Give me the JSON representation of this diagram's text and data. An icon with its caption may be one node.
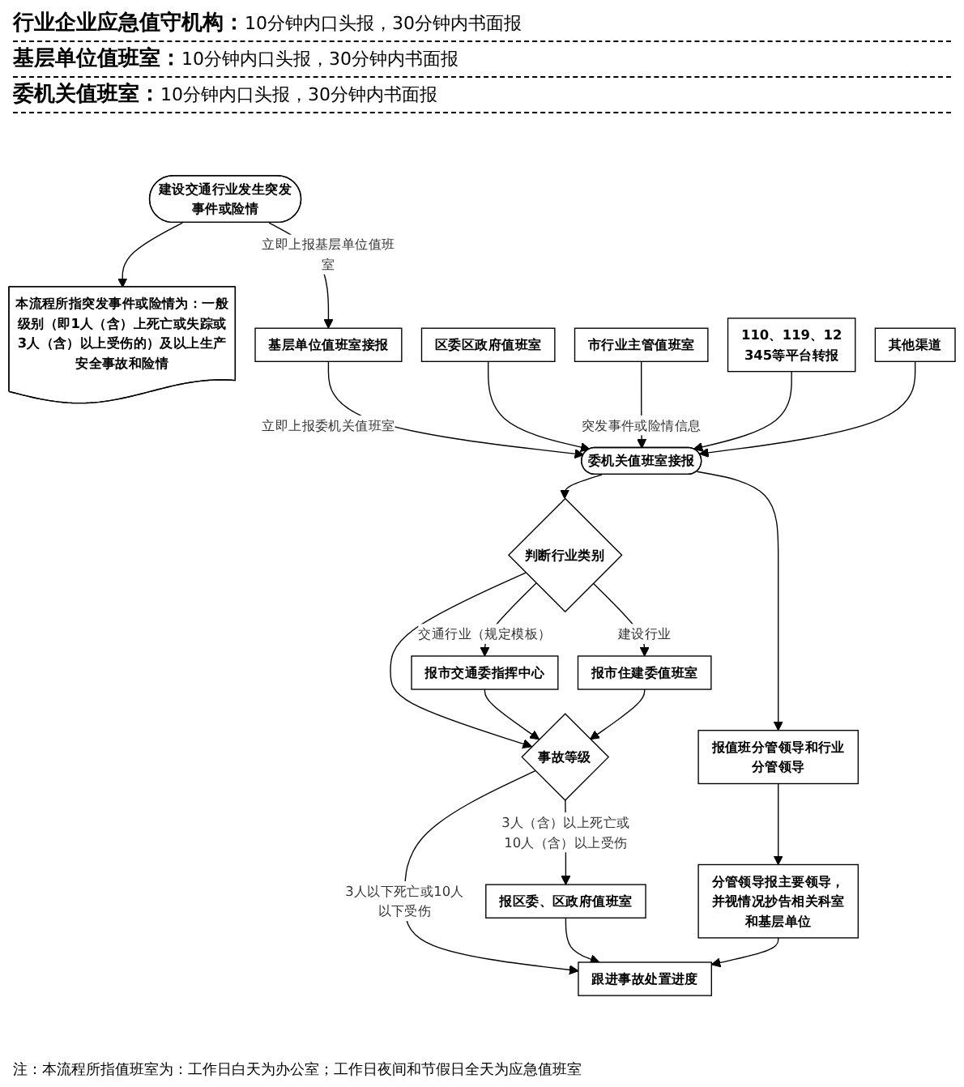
{
  "diagram": {
    "nodes": [
      {
        "text": [
          "建设交通行业发生突发事件或险情"
        ]
      },
      {
        "text": [
          "本流程所指突发事件或险情为：一般级别（即1人（含）上死亡或失踪或3人（含）以上受伤的）及以上生产安全事故和险情"
        ]
      },
      {
        "text": [
          "基层单位值班室接报"
        ]
      },
      {
        "text": [
          "区委区政府值班室"
        ]
      },
      {
        "text": [
          "市行业主管值班室"
        ]
      },
      {
        "text": [
          "110、119、12345等平台转报"
        ]
      },
      {
        "text": [
          "其他渠道"
        ]
      },
      {
        "text": [
          "委机关值班室接报"
        ]
      },
      {
        "text": [
          "报值班分管领导和行业分管领导"
        ]
      },
      {
        "text": [
          "分管领导报主要领导，并视情况抄告相关科室和基层单位"
        ]
      },
      {
        "text": [
          "判断行业类别"
        ]
      },
      {
        "text": [
          "报市住建委值班室"
        ]
      },
      {
        "text": [
          "报市交通委指挥中心"
        ]
      },
      {
        "text": [
          "事故等级"
        ]
      },
      {
        "text": [
          "报区委、区政府值班室"
        ]
      },
      {
        "text": [
          "跟进事故处置进度"
        ]
      }
    ],
    "edges": [
      {
        "from": 0,
        "to": 1,
        "arrow": "to"
      },
      {
        "from": 0,
        "to": 2,
        "arrow": "to",
        "label": "立即上报基层单位值班室"
      },
      {
        "from": 2,
        "to": 7,
        "arrow": "to",
        "label": "立即上报委机关值班室"
      },
      {
        "from": 3,
        "to": 7,
        "arrow": "to"
      },
      {
        "from": 4,
        "to": 7,
        "arrow": "to",
        "label": "突发事件或险情信息"
      },
      {
        "from": 5,
        "to": 7,
        "arrow": "to"
      },
      {
        "from": 6,
        "to": 7,
        "arrow": "to"
      },
      {
        "from": 7,
        "to": 8,
        "arrow": "to"
      },
      {
        "from": 8,
        "to": 9,
        "arrow": "to"
      },
      {
        "from": 7,
        "to": 10,
        "arrow": "to"
      },
      {
        "from": 10,
        "to": 11,
        "arrow": "to",
        "label": "建设行业"
      },
      {
        "from": 10,
        "to": 12,
        "arrow": "to",
        "label": "交通行业（规定模板）"
      },
      {
        "from": 10,
        "to": 13,
        "arrow": "to"
      },
      {
        "from": 12,
        "to": 13,
        "arrow": "to"
      },
      {
        "from": 11,
        "to": 13,
        "arrow": "to"
      },
      {
        "from": 13,
        "to": 15,
        "arrow": "to",
        "label": "3人以下死亡或10人以下受伤"
      },
      {
        "from": 13,
        "to": 14,
        "arrow": "to",
        "label": "3人（含）以上死亡或10人（含）以上受伤"
      },
      {
        "from": 14,
        "to": 15,
        "arrow": "to"
      },
      {
        "from": 9,
        "to": 15,
        "arrow": "to"
      }
    ],
    "labels": [
      "行业企业应急值守机构：",
      "10分钟内口头报，30分钟内书面报",
      "基层单位值班室：",
      "10分钟内口头报，30分钟内书面报",
      "委机关值班室：",
      "10分钟内口头报，30分钟内书面报",
      "注：本流程所指值班室为：工作日白天为办公室；工作日夜间和节假日全天为应急值班室"
    ]
  }
}
